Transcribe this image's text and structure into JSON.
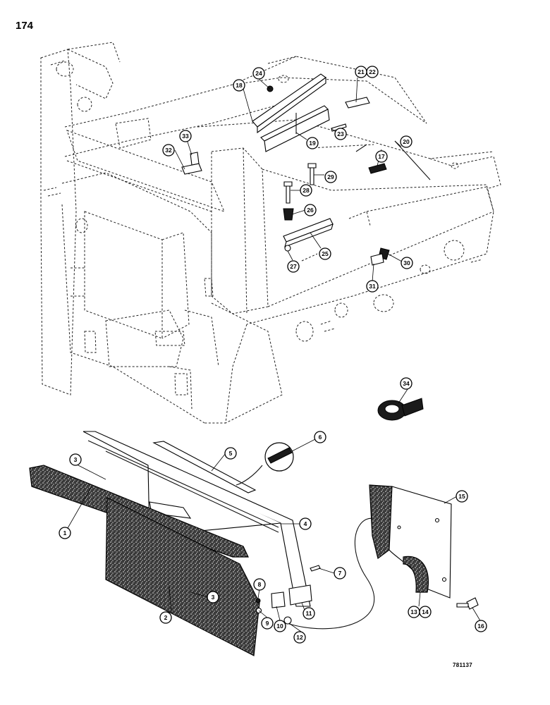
{
  "page": {
    "number": "174",
    "drawing_code": "781137"
  },
  "callouts": [
    "1",
    "2",
    "3",
    "4",
    "5",
    "6",
    "7",
    "8",
    "9",
    "10",
    "11",
    "12",
    "13",
    "14",
    "15",
    "16",
    "17",
    "18",
    "19",
    "20",
    "21",
    "22",
    "23",
    "24",
    "25",
    "26",
    "27",
    "28",
    "29",
    "30",
    "31",
    "32",
    "33",
    "34"
  ]
}
